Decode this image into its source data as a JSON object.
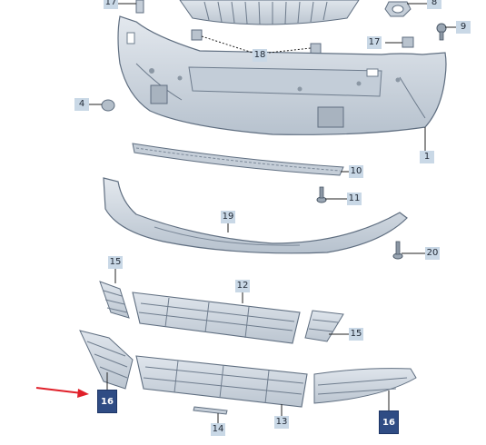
{
  "colors": {
    "part_fill": "#d3dbe4",
    "part_stroke": "#5f6e80",
    "leader": "#222222",
    "label_bg": "#c9d8e6",
    "highlight_bg": "#2f4c84",
    "arrow": "#e0202a"
  },
  "callouts": {
    "n17a": "17",
    "n8": "8",
    "n9": "9",
    "n17b": "17",
    "n18": "18",
    "n4": "4",
    "n1": "1",
    "n10": "10",
    "n11": "11",
    "n19": "19",
    "n20": "20",
    "n15a": "15",
    "n12": "12",
    "n15b": "15",
    "n16a": "16",
    "n13": "13",
    "n14": "14",
    "n16b": "16"
  }
}
